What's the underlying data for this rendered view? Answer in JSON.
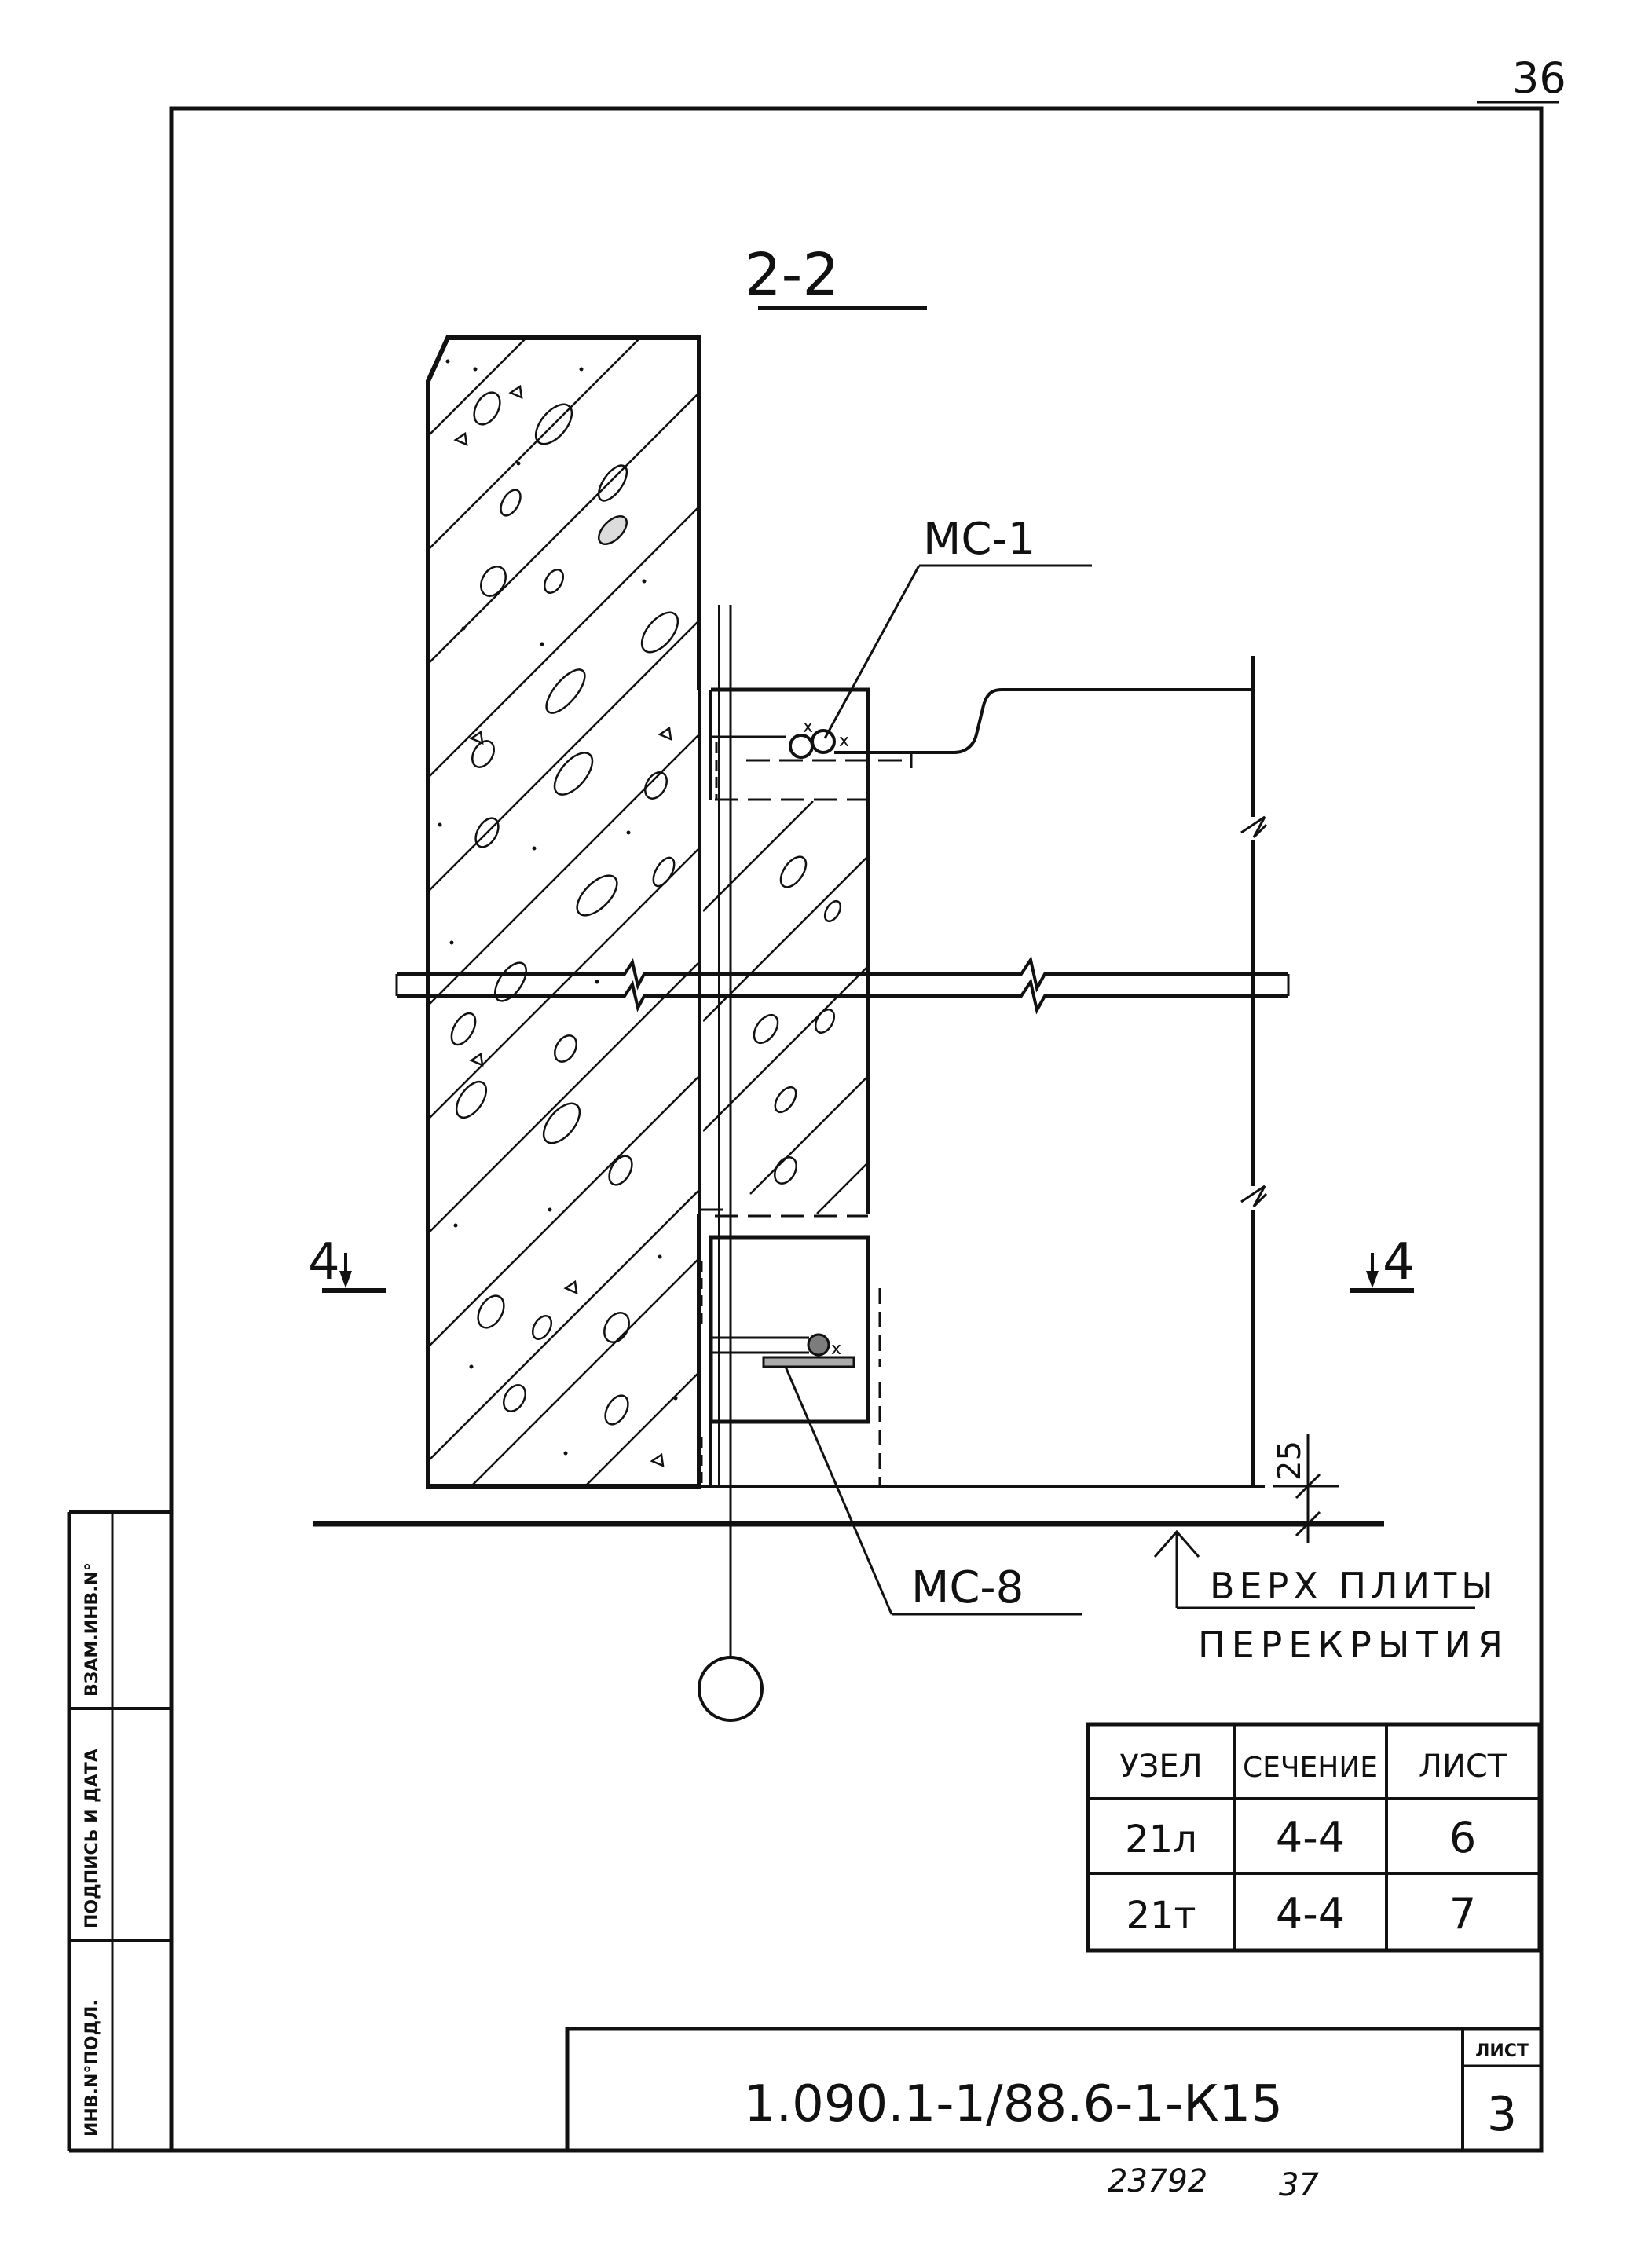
{
  "sheet": {
    "corner_number": "36",
    "bottom_stamp": [
      "23792",
      "37"
    ]
  },
  "side_stamp": {
    "labels": [
      "ВЗАМ.ИНВ.N°",
      "ПОДПИСЬ И ДАТА",
      "ИНВ.N°ПОДЛ."
    ]
  },
  "drawing": {
    "section_title": "2-2",
    "marker_left": "4",
    "marker_right": "4",
    "dimension": "25",
    "callouts": {
      "top": "МС-1",
      "bottom": "МС-8"
    },
    "level_note": [
      "ВЕРХ ПЛИТЫ",
      "ПЕРЕКРЫТИЯ"
    ]
  },
  "ref_table": {
    "headers": [
      "УЗЕЛ",
      "СЕЧЕНИЕ",
      "ЛИСТ"
    ],
    "rows": [
      [
        "21л",
        "4-4",
        "6"
      ],
      [
        "21т",
        "4-4",
        "7"
      ]
    ]
  },
  "title_block": {
    "code": "1.090.1-1/88.6-1-К15",
    "sheet_label": "ЛИСТ",
    "sheet_number": "3"
  }
}
